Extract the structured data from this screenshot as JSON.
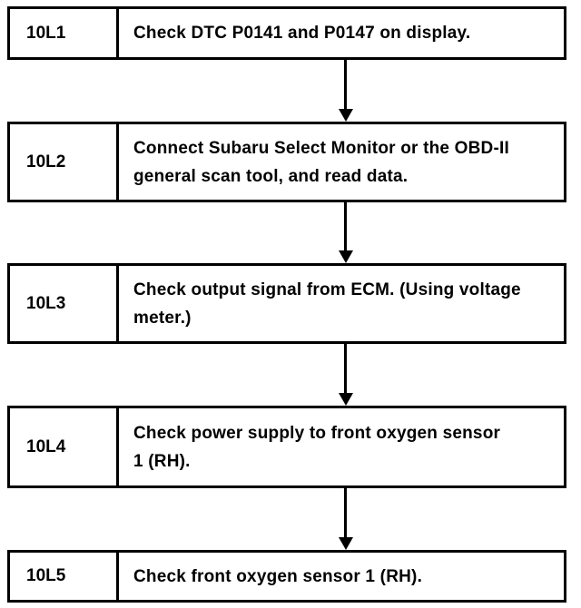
{
  "steps": [
    {
      "code": "10L1",
      "text": "Check DTC P0141 and P0147 on display."
    },
    {
      "code": "10L2",
      "text": "Connect Subaru Select Monitor or the OBD-II general scan tool, and read data."
    },
    {
      "code": "10L3",
      "text": "Check output signal from ECM. (Using voltage meter.)"
    },
    {
      "code": "10L4",
      "text": "Check power supply to front oxygen sensor 1 (RH)."
    },
    {
      "code": "10L5",
      "text": "Check front oxygen sensor 1 (RH)."
    }
  ]
}
